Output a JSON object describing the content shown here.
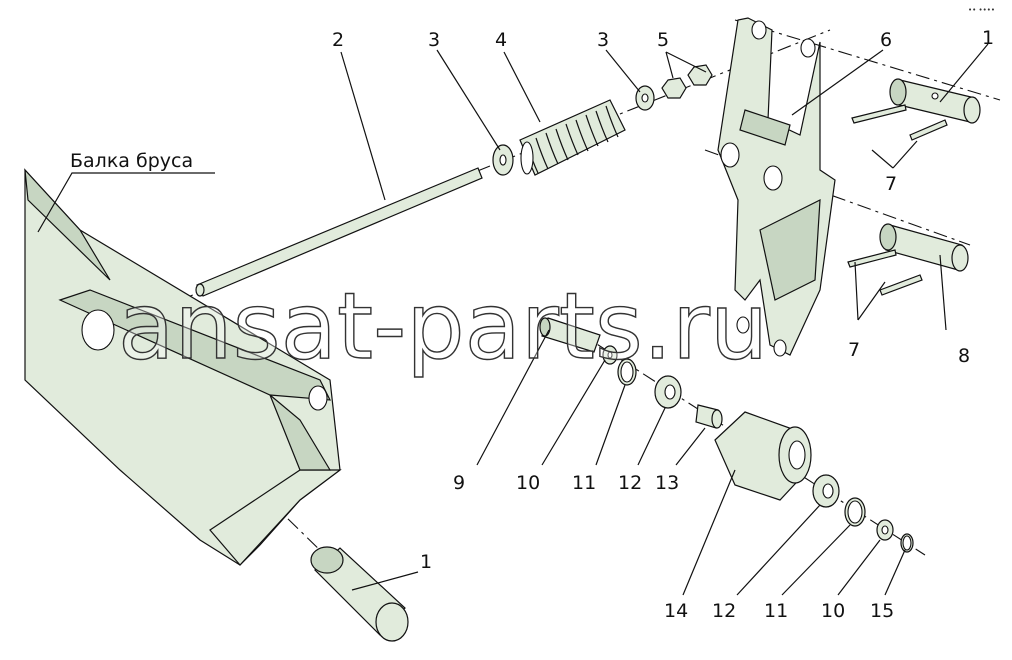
{
  "diagram": {
    "beam_label": "Балка бруса",
    "watermark": "ansat-parts.ru",
    "corner_mark": "•• ••••",
    "callouts": [
      "2",
      "3",
      "4",
      "3",
      "5",
      "6",
      "1",
      "7",
      "7",
      "8",
      "9",
      "10",
      "11",
      "12",
      "13",
      "14",
      "12",
      "11",
      "10",
      "15",
      "1"
    ]
  }
}
